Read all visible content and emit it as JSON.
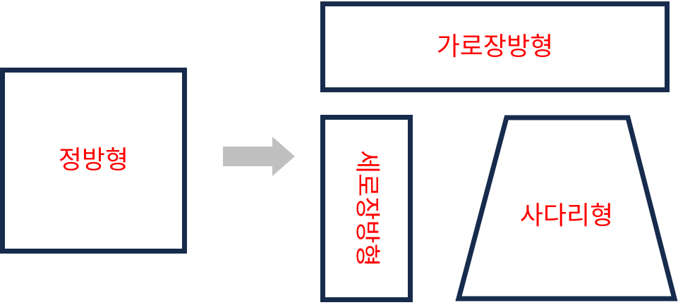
{
  "colors": {
    "outline": "#172b4d",
    "label": "#ff0000",
    "arrow": "#c0c0c0",
    "background": "#ffffff"
  },
  "shapes": {
    "square": {
      "label": "정방형"
    },
    "wide_rectangle": {
      "label": "가로장방형"
    },
    "tall_rectangle": {
      "label": "세로장방형"
    },
    "trapezoid": {
      "label": "사다리형"
    }
  },
  "connector": {
    "icon": "right-arrow-icon"
  }
}
